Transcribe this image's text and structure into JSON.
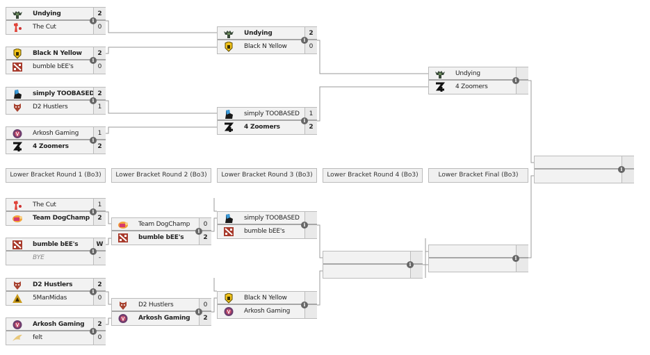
{
  "colors": {
    "border": "#bbbbbb",
    "row_bg": "#f2f2f2",
    "score_bg": "#e9e9e9",
    "line": "#999999",
    "info_icon": "#666666"
  },
  "round_labels": [
    "Lower Bracket Round 1 (Bo3)",
    "Lower Bracket Round 2 (Bo3)",
    "Lower Bracket Round 3 (Bo3)",
    "Lower Bracket Round 4 (Bo3)",
    "Lower Bracket Final (Bo3)"
  ],
  "info_glyph": "i",
  "upper": [
    {
      "teams": [
        {
          "name": "Undying",
          "score": "2",
          "win": true,
          "logo": "undying"
        },
        {
          "name": "The Cut",
          "score": "0",
          "win": false,
          "logo": "thecut"
        }
      ]
    },
    {
      "teams": [
        {
          "name": "Black N Yellow",
          "score": "2",
          "win": true,
          "logo": "bny"
        },
        {
          "name": "bumble bEE's",
          "score": "0",
          "win": false,
          "logo": "dota"
        }
      ]
    },
    {
      "teams": [
        {
          "name": "simply TOOBASED",
          "score": "2",
          "win": true,
          "logo": "toobased"
        },
        {
          "name": "D2 Hustlers",
          "score": "1",
          "win": false,
          "logo": "hustlers"
        }
      ]
    },
    {
      "teams": [
        {
          "name": "Arkosh Gaming",
          "score": "1",
          "win": false,
          "logo": "arkosh"
        },
        {
          "name": "4 Zoomers",
          "score": "2",
          "win": true,
          "logo": "zoomers"
        }
      ]
    },
    {
      "teams": [
        {
          "name": "Undying",
          "score": "2",
          "win": true,
          "logo": "undying"
        },
        {
          "name": "Black N Yellow",
          "score": "0",
          "win": false,
          "logo": "bny"
        }
      ]
    },
    {
      "teams": [
        {
          "name": "simply TOOBASED",
          "score": "1",
          "win": false,
          "logo": "toobased"
        },
        {
          "name": "4 Zoomers",
          "score": "2",
          "win": true,
          "logo": "zoomers"
        }
      ]
    },
    {
      "teams": [
        {
          "name": "Undying",
          "score": "",
          "win": false,
          "logo": "undying"
        },
        {
          "name": "4 Zoomers",
          "score": "",
          "win": false,
          "logo": "zoomers"
        }
      ]
    },
    {
      "teams": [
        {
          "name": "",
          "score": "",
          "win": false,
          "logo": ""
        },
        {
          "name": "",
          "score": "",
          "win": false,
          "logo": ""
        }
      ]
    }
  ],
  "lower": [
    {
      "teams": [
        {
          "name": "The Cut",
          "score": "1",
          "win": false,
          "logo": "thecut"
        },
        {
          "name": "Team DogChamp",
          "score": "2",
          "win": true,
          "logo": "dogchamp"
        }
      ]
    },
    {
      "teams": [
        {
          "name": "bumble bEE's",
          "score": "W",
          "win": true,
          "logo": "dota"
        },
        {
          "name": "BYE",
          "score": "-",
          "win": false,
          "bye": true,
          "logo": ""
        }
      ]
    },
    {
      "teams": [
        {
          "name": "D2 Hustlers",
          "score": "2",
          "win": true,
          "logo": "hustlers"
        },
        {
          "name": "5ManMidas",
          "score": "0",
          "win": false,
          "logo": "midas"
        }
      ]
    },
    {
      "teams": [
        {
          "name": "Arkosh Gaming",
          "score": "2",
          "win": true,
          "logo": "arkosh"
        },
        {
          "name": "felt",
          "score": "0",
          "win": false,
          "logo": "felt"
        }
      ]
    },
    {
      "teams": [
        {
          "name": "Team DogChamp",
          "score": "0",
          "win": false,
          "logo": "dogchamp"
        },
        {
          "name": "bumble bEE's",
          "score": "2",
          "win": true,
          "logo": "dota"
        }
      ]
    },
    {
      "teams": [
        {
          "name": "D2 Hustlers",
          "score": "0",
          "win": false,
          "logo": "hustlers"
        },
        {
          "name": "Arkosh Gaming",
          "score": "2",
          "win": true,
          "logo": "arkosh"
        }
      ]
    },
    {
      "teams": [
        {
          "name": "simply TOOBASED",
          "score": "",
          "win": false,
          "logo": "toobased"
        },
        {
          "name": "bumble bEE's",
          "score": "",
          "win": false,
          "logo": "dota"
        }
      ]
    },
    {
      "teams": [
        {
          "name": "Black N Yellow",
          "score": "",
          "win": false,
          "logo": "bny"
        },
        {
          "name": "Arkosh Gaming",
          "score": "",
          "win": false,
          "logo": "arkosh"
        }
      ]
    },
    {
      "teams": [
        {
          "name": "",
          "score": "",
          "win": false,
          "logo": ""
        },
        {
          "name": "",
          "score": "",
          "win": false,
          "logo": ""
        }
      ]
    },
    {
      "teams": [
        {
          "name": "",
          "score": "",
          "win": false,
          "logo": ""
        },
        {
          "name": "",
          "score": "",
          "win": false,
          "logo": ""
        }
      ]
    }
  ]
}
